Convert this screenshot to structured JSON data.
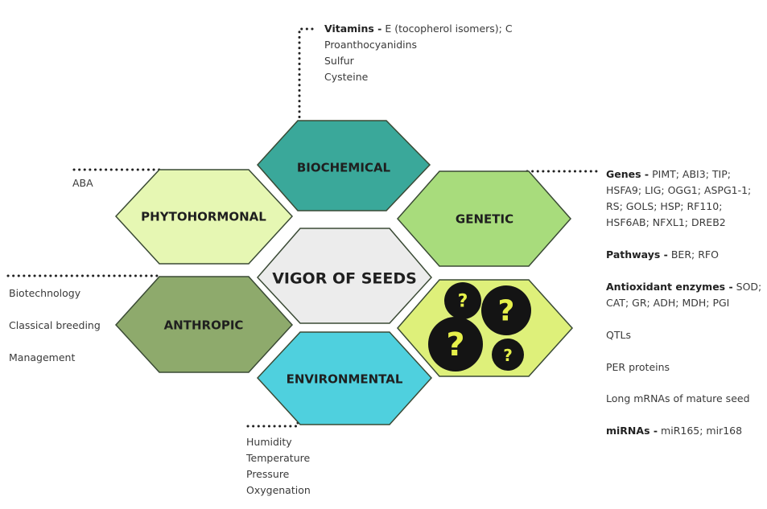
{
  "hexagons": {
    "biochemical": "BIOCHEMICAL",
    "phytohormonal": "PHYTOHORMONAL",
    "genetic": "GENETIC",
    "center": "VIGOR OF SEEDS",
    "anthropic": "ANTHROPIC",
    "environmental": "ENVIRONMENTAL",
    "question_mark": "?"
  },
  "biochemical_notes": {
    "vitamins_label": "Vitamins -",
    "vitamins_value": "E (tocopherol isomers); C",
    "items": [
      "Proanthocyanidins",
      "Sulfur",
      "Cysteine"
    ]
  },
  "phytohormonal_notes": {
    "item": "ABA"
  },
  "anthropic_notes": {
    "items": [
      "Biotechnology",
      "Classical breeding",
      "Management"
    ]
  },
  "environmental_notes": {
    "items": [
      "Humidity",
      "Temperature",
      "Pressure",
      "Oxygenation"
    ]
  },
  "genetic_notes": {
    "genes_label": "Genes -",
    "genes_lines": [
      "PIMT; ABI3; TIP;",
      "HSFA9; LIG; OGG1; ASPG1-1;",
      "RS; GOLS; HSP; RF110;",
      "HSF6AB; NFXL1; DREB2"
    ],
    "pathways_label": "Pathways -",
    "pathways_value": "BER; RFO",
    "enzymes_label": "Antioxidant enzymes -",
    "enzymes_value": "SOD;",
    "enzymes_line2": "CAT; GR; ADH; MDH; PGI",
    "qtls": "QTLs",
    "per_proteins": "PER proteins",
    "long_mrnas": "Long mRNAs of mature seed",
    "mirnas_label": "miRNAs -",
    "mirnas_value": "miR165; mir168"
  },
  "colors": {
    "biochemical": "#3aa89a",
    "phytohormonal": "#e6f7b3",
    "genetic": "#a8dc7c",
    "center": "#ececec",
    "anthropic": "#8eaa6c",
    "environmental": "#4fd0de",
    "unknown": "#def07a",
    "stroke": "#3a4a35",
    "dots": "#222222"
  }
}
